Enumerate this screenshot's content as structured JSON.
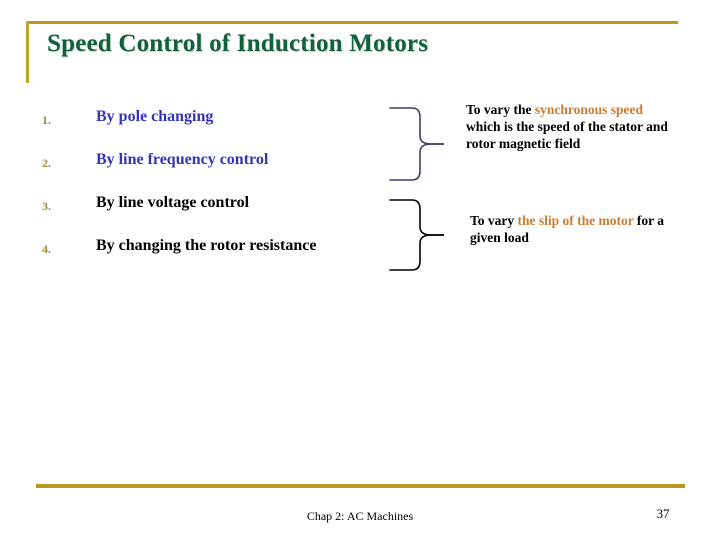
{
  "slide": {
    "title": "Speed Control of Induction Motors",
    "accent_gold": "#b79a1e",
    "title_color": "#13603c",
    "blue_color": "#3434b5",
    "accent_orange": "#cc7b33",
    "number_color": "#9c8c3e",
    "background": "#ffffff"
  },
  "methods": [
    {
      "number": "1.",
      "label": "By pole changing",
      "tone": "blue"
    },
    {
      "number": "2.",
      "label": "By line frequency control",
      "tone": "blue"
    },
    {
      "number": "3.",
      "label": "By line voltage control",
      "tone": "black"
    },
    {
      "number": "4.",
      "label": "By changing the rotor resistance",
      "tone": "black"
    }
  ],
  "notes": {
    "upper": {
      "lead": "To vary the ",
      "accent": "synchronous speed",
      "tail": " which is the speed of the stator and rotor magnetic field"
    },
    "lower": {
      "lead": "To vary ",
      "accent": "the slip of the motor",
      "tail": " for a given load"
    }
  },
  "braces": {
    "upper_color": "#3d3d6b",
    "lower_color": "#000000"
  },
  "footer": {
    "center": "Chap 2: AC Machines",
    "page": "37"
  }
}
